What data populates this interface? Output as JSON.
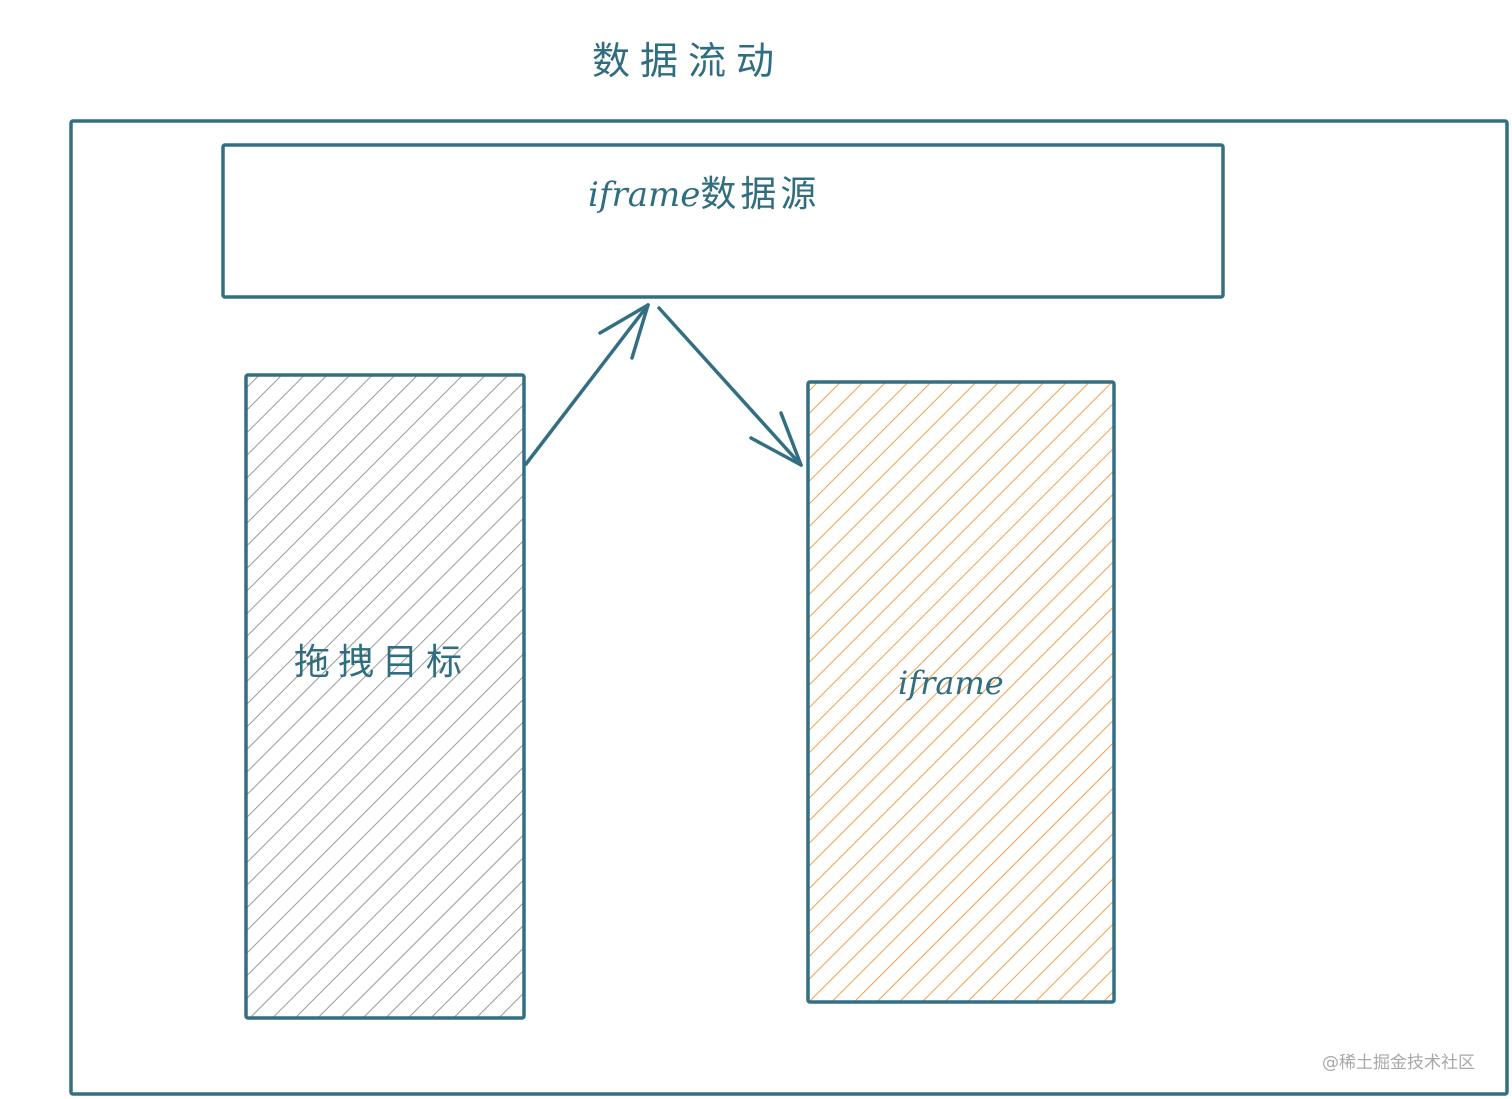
{
  "diagram": {
    "title": "数据流动",
    "colors": {
      "stroke": "#336f82",
      "hatch_gray": "#9a9a9a",
      "hatch_orange": "#f0a04b",
      "background": "#ffffff",
      "watermark": "#a8a8a8"
    },
    "nodes": [
      {
        "id": "outer-frame",
        "label": "",
        "shape": "rectangle",
        "fill": "none"
      },
      {
        "id": "iframe-data-source",
        "label_latin": "iframe",
        "label_cjk": "数据源",
        "label": "iframe数据源",
        "shape": "rectangle",
        "fill": "none"
      },
      {
        "id": "drag-target",
        "label": "拖拽目标",
        "shape": "rectangle",
        "fill": "gray-hatch"
      },
      {
        "id": "iframe",
        "label": "iframe",
        "shape": "rectangle",
        "fill": "orange-hatch"
      }
    ],
    "edges": [
      {
        "from": "drag-target",
        "to": "iframe-data-source",
        "label": ""
      },
      {
        "from": "iframe-data-source",
        "to": "iframe",
        "label": ""
      }
    ]
  },
  "watermark": "@稀土掘金技术社区"
}
